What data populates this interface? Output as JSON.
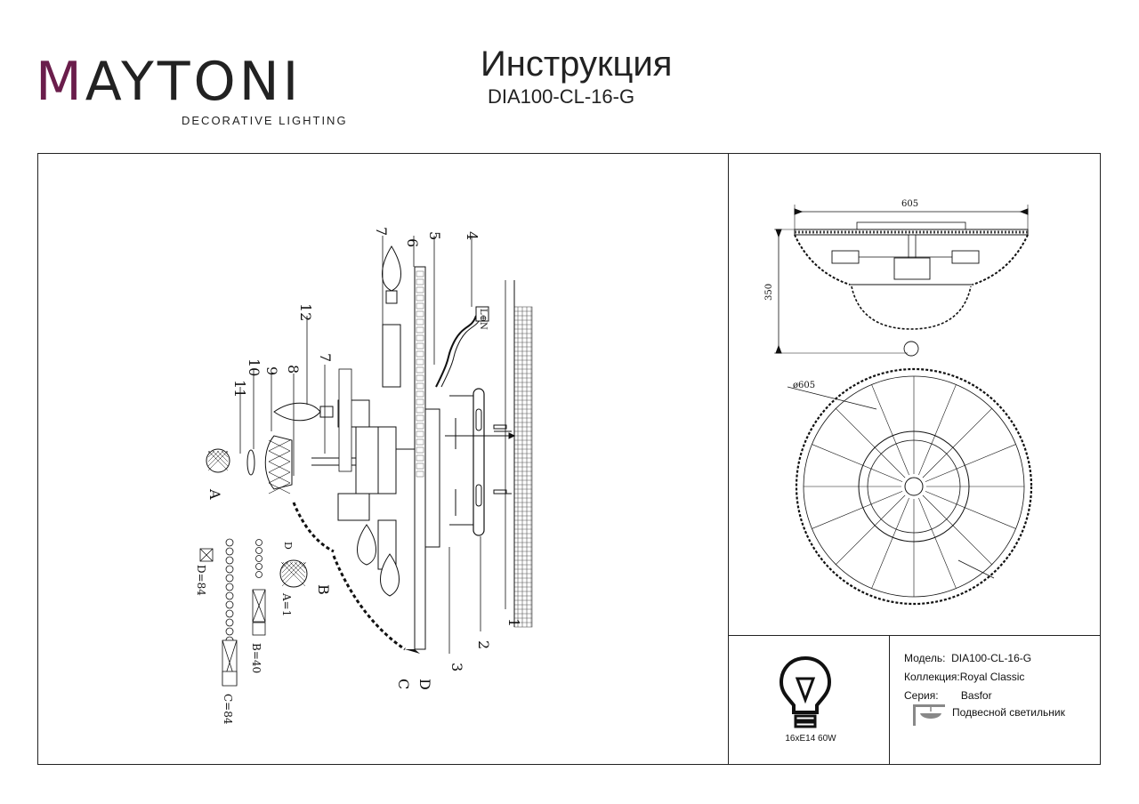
{
  "brand": {
    "logo_word": "MAYTONI",
    "logo_tagline": "DECORATIVE LIGHTING",
    "accent": "#6a1d4b"
  },
  "document": {
    "title": "Инструкция",
    "model_code": "DIA100-CL-16-G"
  },
  "assembly": {
    "part_labels": [
      "1",
      "2",
      "3",
      "4",
      "5",
      "6",
      "7",
      "7",
      "8",
      "9",
      "10",
      "11",
      "12",
      "A",
      "B",
      "C",
      "D"
    ],
    "terminal_label": "L⊕N",
    "legend": {
      "A": "A=1",
      "B": "B=40",
      "C": "C=84",
      "D": "D=84",
      "D_small": "D"
    }
  },
  "dimensions": {
    "width": "605",
    "height": "350",
    "diameter": "ø605"
  },
  "bulb": {
    "label": "16xE14 60W",
    "icon": "light-bulb-icon"
  },
  "spec": {
    "model_label": "Модель:",
    "model_value": "DIA100-CL-16-G",
    "collection_label": "Коллекция:",
    "collection_value": "Royal Classic",
    "series_label": "Серия:",
    "series_value": "Basfor",
    "type_value": "Подвесной светильник",
    "type_icon": "ceiling-lamp-icon"
  }
}
